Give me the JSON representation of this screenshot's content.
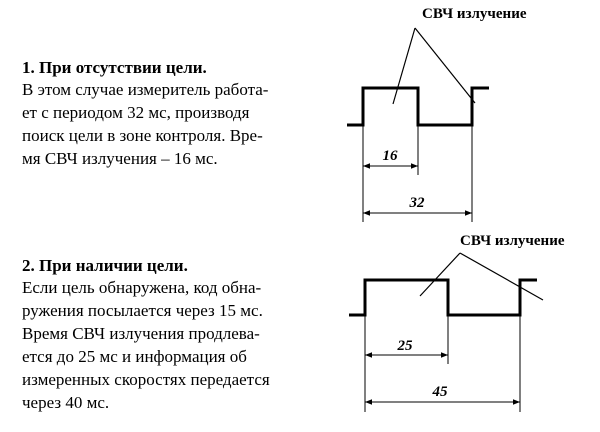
{
  "section1": {
    "heading": "1. При отсутствии цели.",
    "lines": [
      "В этом случае измеритель работа-",
      "ет с периодом 32 мс, производя",
      "поиск цели в зоне контроля. Вре-",
      "мя СВЧ излучения – 16 мс."
    ]
  },
  "section2": {
    "heading": "2. При наличии цели.",
    "lines": [
      "Если цель обнаружена, код обна-",
      "ружения посылается через 15 мс.",
      "Время СВЧ излучения продлева-",
      "ется до 25 мс и  информация об",
      "измеренных скоростях передается",
      "через 40 мс."
    ]
  },
  "diagram1": {
    "callout": "СВЧ излучение",
    "pulse_label": "16",
    "period_label": "32",
    "pulse_ms": 16,
    "period_ms": 32
  },
  "diagram2": {
    "callout": "СВЧ излучение",
    "pulse_label": "25",
    "period_label": "45",
    "pulse_ms": 25,
    "period_ms": 45
  }
}
